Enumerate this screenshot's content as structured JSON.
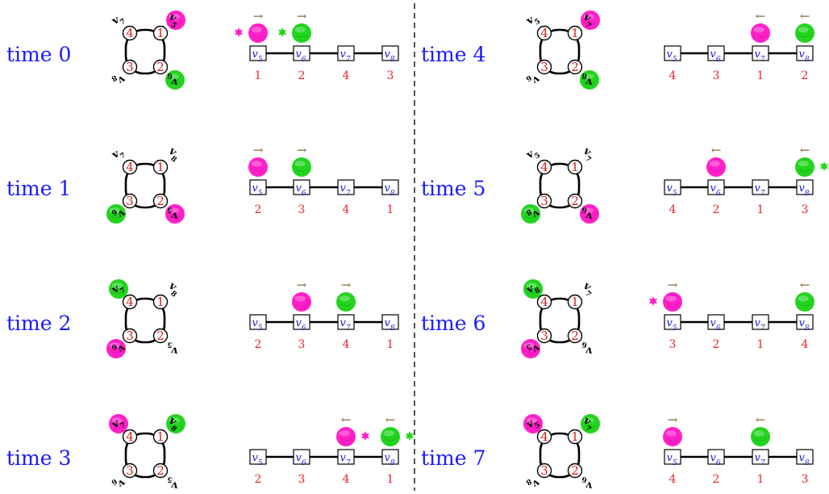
{
  "colors": {
    "time_label": "#1a1aff",
    "position_number": "#e8222a",
    "cycle_number": "#d0261f",
    "node_text": "#1a1ad6",
    "agent_magenta": "#ff1fc8",
    "agent_green": "#22d41e",
    "arrow": "#8b6a3a",
    "divider": "#555555"
  },
  "vertex_labels": [
    "v5",
    "v6",
    "v7",
    "v8"
  ],
  "arrow_right": "→",
  "arrow_left": "←",
  "panels": [
    {
      "time_label": "time 0",
      "cycle_labels": {
        "top_left": "v7",
        "top_right": "v5",
        "bottom_left": "v8",
        "bottom_right": "v6"
      },
      "cycle_numbers": {
        "top_left": "4",
        "top_right": "1",
        "bottom_left": "3",
        "bottom_right": "2"
      },
      "cycle_agents": {
        "top_right": "magenta",
        "bottom_right": "green"
      },
      "path_agents": [
        {
          "color": "magenta",
          "node": 0,
          "arrow": "right",
          "star": "left"
        },
        {
          "color": "green",
          "node": 1,
          "arrow": "right",
          "star": "left"
        }
      ],
      "bottom_numbers": [
        "1",
        "2",
        "4",
        "3"
      ]
    },
    {
      "time_label": "time 1",
      "cycle_labels": {
        "top_left": "v7",
        "top_right": "v8",
        "bottom_left": "v6",
        "bottom_right": "v5"
      },
      "cycle_numbers": {
        "top_left": "4",
        "top_right": "1",
        "bottom_left": "3",
        "bottom_right": "2"
      },
      "cycle_agents": {
        "bottom_left": "green",
        "bottom_right": "magenta"
      },
      "path_agents": [
        {
          "color": "magenta",
          "node": 0,
          "arrow": "right"
        },
        {
          "color": "green",
          "node": 1,
          "arrow": "right"
        }
      ],
      "bottom_numbers": [
        "2",
        "3",
        "4",
        "1"
      ]
    },
    {
      "time_label": "time 2",
      "cycle_labels": {
        "top_left": "v7",
        "top_right": "v8",
        "bottom_left": "v6",
        "bottom_right": "v5"
      },
      "cycle_numbers": {
        "top_left": "4",
        "top_right": "1",
        "bottom_left": "3",
        "bottom_right": "2"
      },
      "cycle_agents": {
        "top_left": "green",
        "bottom_left": "magenta"
      },
      "path_agents": [
        {
          "color": "magenta",
          "node": 1,
          "arrow": "right"
        },
        {
          "color": "green",
          "node": 2,
          "arrow": "right"
        }
      ],
      "bottom_numbers": [
        "2",
        "3",
        "4",
        "1"
      ]
    },
    {
      "time_label": "time 3",
      "cycle_labels": {
        "top_left": "v7",
        "top_right": "v8",
        "bottom_left": "v6",
        "bottom_right": "v5"
      },
      "cycle_numbers": {
        "top_left": "4",
        "top_right": "1",
        "bottom_left": "3",
        "bottom_right": "2"
      },
      "cycle_agents": {
        "top_left": "magenta",
        "top_right": "green"
      },
      "path_agents": [
        {
          "color": "magenta",
          "node": 2,
          "arrow": "left",
          "star": "right"
        },
        {
          "color": "green",
          "node": 3,
          "arrow": "left",
          "star": "right"
        }
      ],
      "bottom_numbers": [
        "2",
        "3",
        "4",
        "1"
      ]
    },
    {
      "time_label": "time 4",
      "cycle_labels": {
        "top_left": "v5",
        "top_right": "v7",
        "bottom_left": "v6",
        "bottom_right": "v8"
      },
      "cycle_numbers": {
        "top_left": "4",
        "top_right": "1",
        "bottom_left": "3",
        "bottom_right": "2"
      },
      "cycle_agents": {
        "top_right": "magenta",
        "bottom_right": "green"
      },
      "path_agents": [
        {
          "color": "magenta",
          "node": 2,
          "arrow": "left"
        },
        {
          "color": "green",
          "node": 3,
          "arrow": "left"
        }
      ],
      "bottom_numbers": [
        "4",
        "3",
        "1",
        "2"
      ]
    },
    {
      "time_label": "time 5",
      "cycle_labels": {
        "top_left": "v5",
        "top_right": "v7",
        "bottom_left": "v8",
        "bottom_right": "v6"
      },
      "cycle_numbers": {
        "top_left": "4",
        "top_right": "1",
        "bottom_left": "3",
        "bottom_right": "2"
      },
      "cycle_agents": {
        "bottom_left": "green",
        "bottom_right": "magenta"
      },
      "path_agents": [
        {
          "color": "magenta",
          "node": 1,
          "arrow": "left"
        },
        {
          "color": "green",
          "node": 3,
          "arrow": "left",
          "star": "right"
        }
      ],
      "bottom_numbers": [
        "4",
        "2",
        "1",
        "3"
      ]
    },
    {
      "time_label": "time 6",
      "cycle_labels": {
        "top_left": "v8",
        "top_right": "v7",
        "bottom_left": "v5",
        "bottom_right": "v6"
      },
      "cycle_numbers": {
        "top_left": "4",
        "top_right": "1",
        "bottom_left": "3",
        "bottom_right": "2"
      },
      "cycle_agents": {
        "top_left": "green",
        "bottom_left": "magenta"
      },
      "path_agents": [
        {
          "color": "magenta",
          "node": 0,
          "arrow": "right",
          "star": "left"
        },
        {
          "color": "green",
          "node": 3,
          "arrow": "left"
        }
      ],
      "bottom_numbers": [
        "3",
        "2",
        "1",
        "4"
      ]
    },
    {
      "time_label": "time 7",
      "cycle_labels": {
        "top_left": "v5",
        "top_right": "v7",
        "bottom_left": "v8",
        "bottom_right": "v6"
      },
      "cycle_numbers": {
        "top_left": "4",
        "top_right": "1",
        "bottom_left": "3",
        "bottom_right": "2"
      },
      "cycle_agents": {
        "top_left": "magenta",
        "top_right": "green"
      },
      "path_agents": [
        {
          "color": "magenta",
          "node": 0,
          "arrow": "right"
        },
        {
          "color": "green",
          "node": 2,
          "arrow": "left"
        }
      ],
      "bottom_numbers": [
        "4",
        "2",
        "1",
        "3"
      ]
    }
  ]
}
